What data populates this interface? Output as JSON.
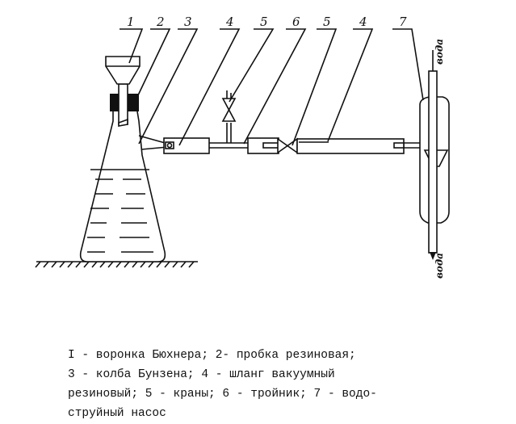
{
  "diagram": {
    "labels": [
      "1",
      "2",
      "3",
      "4",
      "5",
      "6",
      "5",
      "4",
      "7"
    ],
    "water_in": "вода",
    "water_out": "вода"
  },
  "caption": {
    "lines": [
      "I - воронка Бюхнера; 2- пробка резиновая;",
      "3 - колба Бунзена; 4 - шланг вакуумный",
      "резиновый; 5 - краны; 6 - тройник; 7 - водо-",
      "струйный насос"
    ]
  }
}
